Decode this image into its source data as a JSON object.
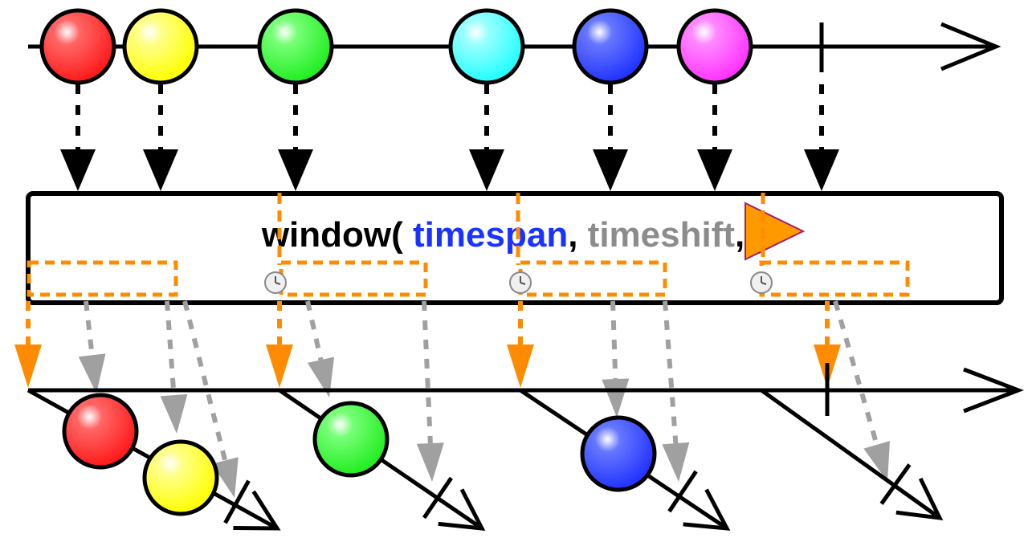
{
  "operator": {
    "name": "window(",
    "param_timespan": "timespan",
    "separator": ",",
    "param_timeshift": "timeshift",
    "separator2": ",",
    "close": ")",
    "timespan_color": "#1a33ff",
    "timeshift_color": "#8c8c8c",
    "scheduler_color": "#ff8c00",
    "scheduler_icon": "scheduler-triangle-icon"
  },
  "colors": {
    "line": "#000000",
    "window_dash": "#ff8c00",
    "projection_gray": "#a0a0a0",
    "clock_icon": "clock-icon"
  },
  "source": {
    "items": [
      {
        "color": "#ff1a1a",
        "label": "red"
      },
      {
        "color": "#ffff00",
        "label": "yellow"
      },
      {
        "color": "#22ee22",
        "label": "green"
      },
      {
        "color": "#22ffff",
        "label": "cyan"
      },
      {
        "color": "#2233ff",
        "label": "blue"
      },
      {
        "color": "#ff33ff",
        "label": "magenta"
      }
    ],
    "completes": true
  },
  "output": {
    "windows": [
      {
        "items": [
          {
            "color": "#ff1a1a",
            "label": "red"
          },
          {
            "color": "#ffff00",
            "label": "yellow"
          }
        ],
        "completes": true
      },
      {
        "items": [
          {
            "color": "#22ee22",
            "label": "green"
          }
        ],
        "completes": true
      },
      {
        "items": [
          {
            "color": "#2233ff",
            "label": "blue"
          }
        ],
        "completes": true
      },
      {
        "items": [],
        "completes": true
      }
    ],
    "completes": true
  }
}
